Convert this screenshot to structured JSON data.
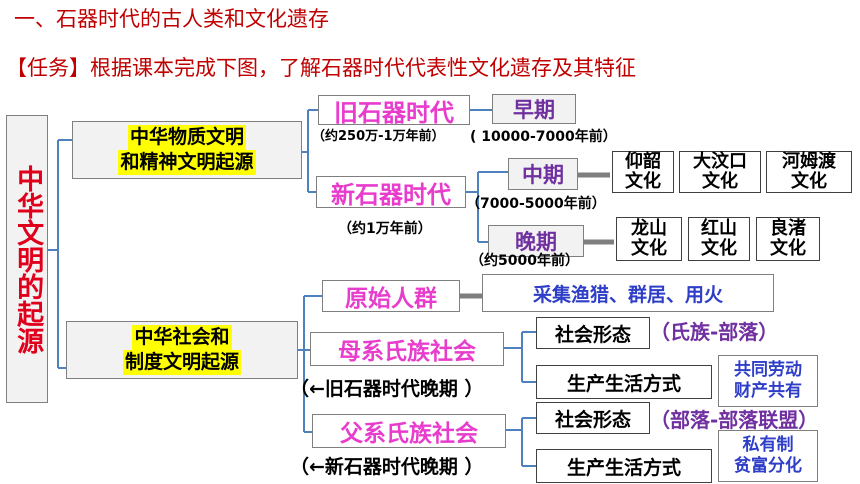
{
  "slide": {
    "title": "一、石器时代的古人类和文化遗存",
    "task": "【任务】根据课本完成下图，了解石器时代代表性文化遗存及其特征"
  },
  "diagram": {
    "root": "中华文明的起源",
    "branch1": {
      "line1": "中华物质文明",
      "line2": "和精神文明起源"
    },
    "branch2": {
      "line1": "中华社会和",
      "line2": "制度文明起源"
    },
    "paleolithic": {
      "label": "旧石器时代",
      "date": "（约250万-1万年前）"
    },
    "neolithic": {
      "label": "新石器时代",
      "date": "（约1万年前）"
    },
    "early": {
      "label": "早期",
      "date": "( 10000-7000年前）"
    },
    "middle": {
      "label": "中期",
      "date": "（7000-5000年前）",
      "cultures": [
        "仰韶文化",
        "大汶口文化",
        "河姆渡文化"
      ]
    },
    "late": {
      "label": "晚期",
      "date": "（约5000年前）",
      "cultures": [
        "龙山文化",
        "红山文化",
        "良渚文化"
      ]
    },
    "primitive": {
      "label": "原始人群",
      "desc": "采集渔猎、群居、用火"
    },
    "matriarchal": {
      "label": "母系氏族社会",
      "period": "（←旧石器时代晚期 ）",
      "form_label": "社会形态",
      "form_value": "（氏族-部落）",
      "mode_label": "生产生活方式",
      "mode_value": [
        "共同劳动",
        "财产共有"
      ]
    },
    "patriarchal": {
      "label": "父系氏族社会",
      "period": "（←新石器时代晚期 ）",
      "form_label": "社会形态",
      "form_value": "（部落-部落联盟）",
      "mode_label": "生产生活方式",
      "mode_value": [
        "私有制",
        "贫富分化"
      ]
    }
  },
  "colors": {
    "title": "#c00000",
    "connector": "#4f81bd",
    "highlight": "#ffff00",
    "magenta": "#e83ccd",
    "blue": "#2e3ec8",
    "purple": "#7030a0"
  }
}
